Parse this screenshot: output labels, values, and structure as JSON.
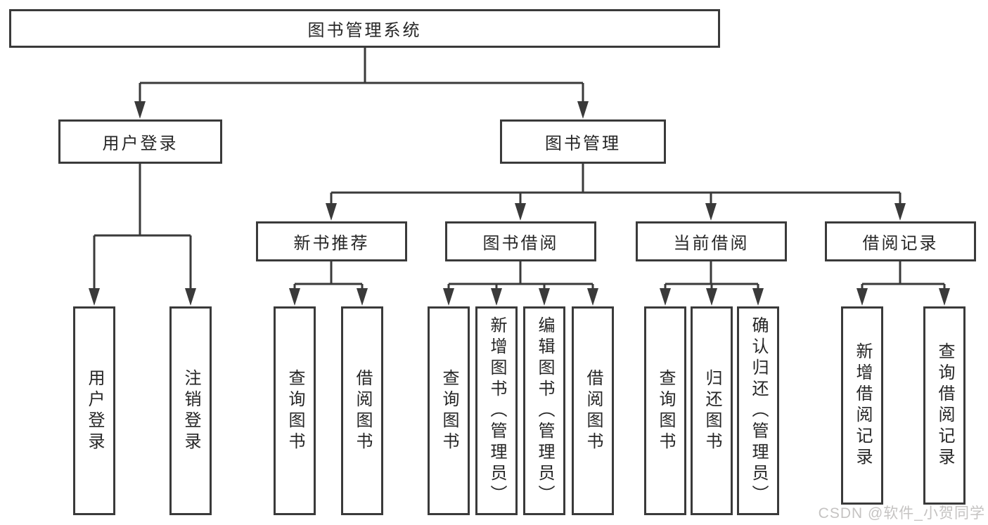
{
  "tree": {
    "root": "图书管理系统",
    "branches": [
      {
        "label": "用户登录",
        "children": [
          "用户登录",
          "注销登录"
        ]
      },
      {
        "label": "图书管理",
        "sections": [
          {
            "label": "新书推荐",
            "children": [
              "查询图书",
              "借阅图书"
            ]
          },
          {
            "label": "图书借阅",
            "children": [
              "查询图书",
              "新增图书（管理员）",
              "编辑图书（管理员）",
              "借阅图书"
            ]
          },
          {
            "label": "当前借阅",
            "children": [
              "查询图书",
              "归还图书",
              "确认归还（管理员）"
            ]
          },
          {
            "label": "借阅记录",
            "children": [
              "新增借阅记录",
              "查询借阅记录"
            ]
          }
        ]
      }
    ]
  },
  "watermark": "CSDN @软件_小贺同学",
  "colors": {
    "line": "#3a3a3a",
    "text": "#262626",
    "background": "#ffffff",
    "watermark": "#c5c3c2"
  }
}
